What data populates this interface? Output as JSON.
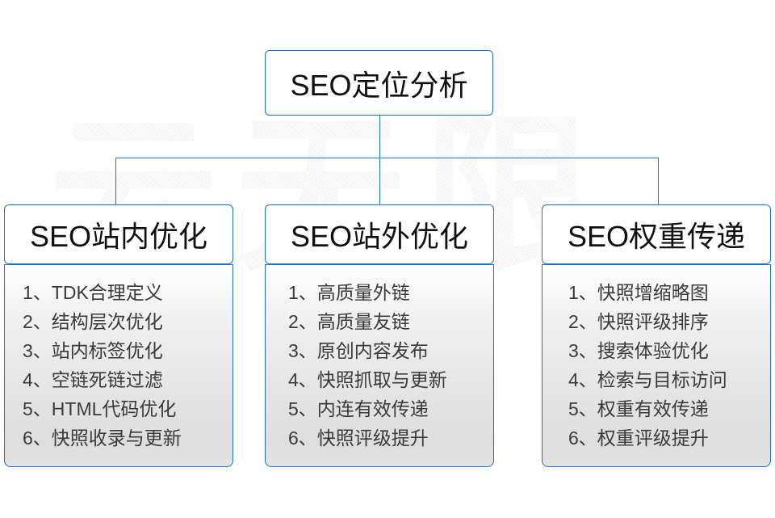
{
  "diagram": {
    "root": {
      "label": "SEO定位分析"
    },
    "columns": [
      {
        "header": "SEO站内优化",
        "items": [
          "1、TDK合理定义",
          "2、结构层次优化",
          "3、站内标签优化",
          "4、空链死链过滤",
          "5、HTML代码优化",
          "6、快照收录与更新"
        ]
      },
      {
        "header": "SEO站外优化",
        "items": [
          "1、高质量外链",
          "2、高质量友链",
          "3、原创内容发布",
          "4、快照抓取与更新",
          "5、内连有效传递",
          "6、快照评级提升"
        ]
      },
      {
        "header": "SEO权重传递",
        "items": [
          "1、快照增缩略图",
          "2、快照评级排序",
          "3、搜索体验优化",
          "4、检索与目标访问",
          "5、权重有效传递",
          "6、权重评级提升"
        ]
      }
    ],
    "watermark": "云无限",
    "colors": {
      "border": "#1c72c4",
      "connector": "#1c72c4",
      "header_text": "#111111",
      "item_text": "#3a3a3a",
      "watermark": "#f0f0f0",
      "background": "#ffffff"
    }
  }
}
